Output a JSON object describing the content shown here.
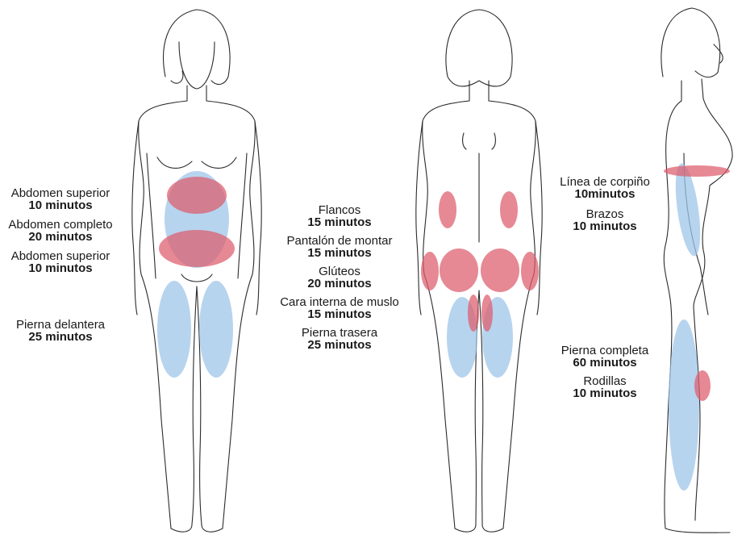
{
  "colors": {
    "zone_large": "#9fc5ea",
    "zone_small": "#dd5c6b",
    "outline": "#2b2b2b"
  },
  "front": {
    "labels": [
      {
        "name": "Abdomen superior",
        "time": "10 minutos"
      },
      {
        "name": "Abdomen completo",
        "time": "20 minutos"
      },
      {
        "name": "Abdomen superior",
        "time": "10 minutos"
      },
      {
        "name": "Pierna delantera",
        "time": "25 minutos"
      }
    ]
  },
  "back": {
    "labels": [
      {
        "name": "Flancos",
        "time": "15 minutos"
      },
      {
        "name": "Pantalón de montar",
        "time": "15 minutos"
      },
      {
        "name": "Glúteos",
        "time": "20 minutos"
      },
      {
        "name": "Cara interna de muslo",
        "time": "15 minutos"
      },
      {
        "name": "Pierna trasera",
        "time": "25 minutos"
      }
    ]
  },
  "side": {
    "labels": [
      {
        "name": "Línea de corpiño",
        "time": "10minutos"
      },
      {
        "name": "Brazos",
        "time": "10 minutos"
      },
      {
        "name": "Pierna completa",
        "time": "60 minutos"
      },
      {
        "name": "Rodillas",
        "time": "10 minutos"
      }
    ]
  }
}
